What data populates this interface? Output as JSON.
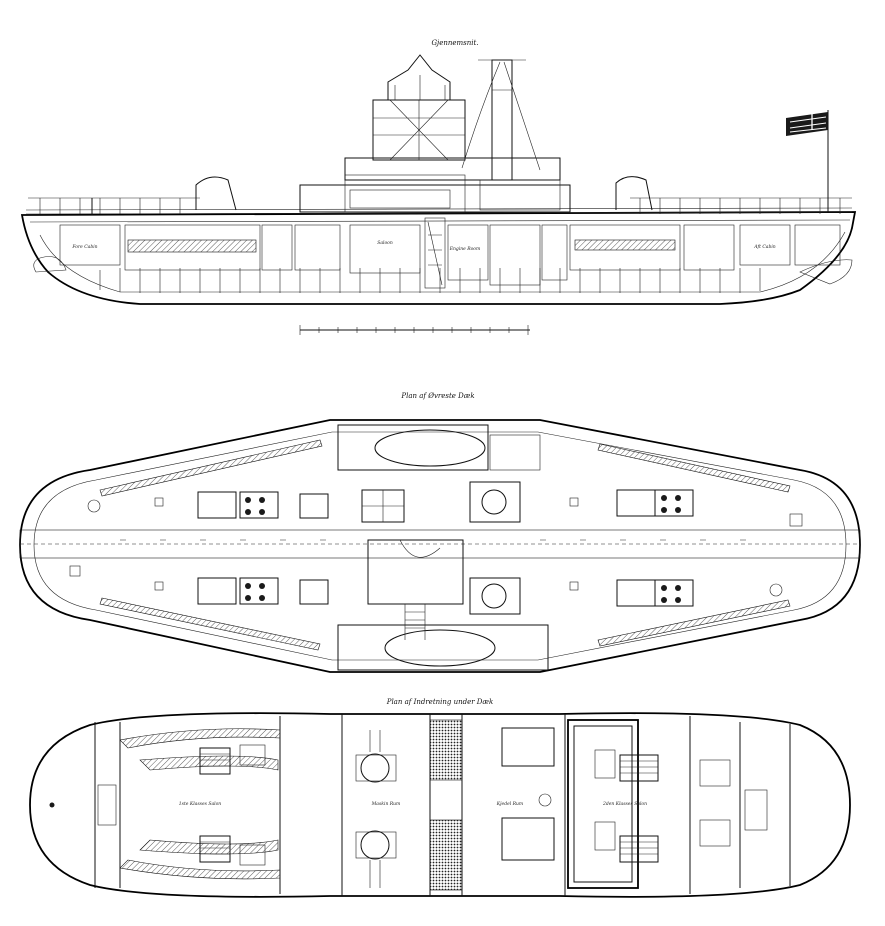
{
  "titles": {
    "elevation": "Gjennemsnit.",
    "main_deck": "Plan af Øvreste Dæk",
    "lower_deck": "Plan af Indretning under Dæk"
  },
  "labels": {
    "elev_fore_cabin": "Fore Cabin",
    "elev_saloon": "Saloon",
    "elev_engine": "Engine Room",
    "elev_aft": "Aft Cabin",
    "lower_first_class": "1ste Klasses Salon",
    "lower_machine": "Maskin Rum",
    "lower_boiler": "Kjedel Rum",
    "lower_second_class": "2den Klasses Salon"
  },
  "scale_bar": {
    "ticks": 12
  },
  "flag": {
    "stripes": 4
  }
}
